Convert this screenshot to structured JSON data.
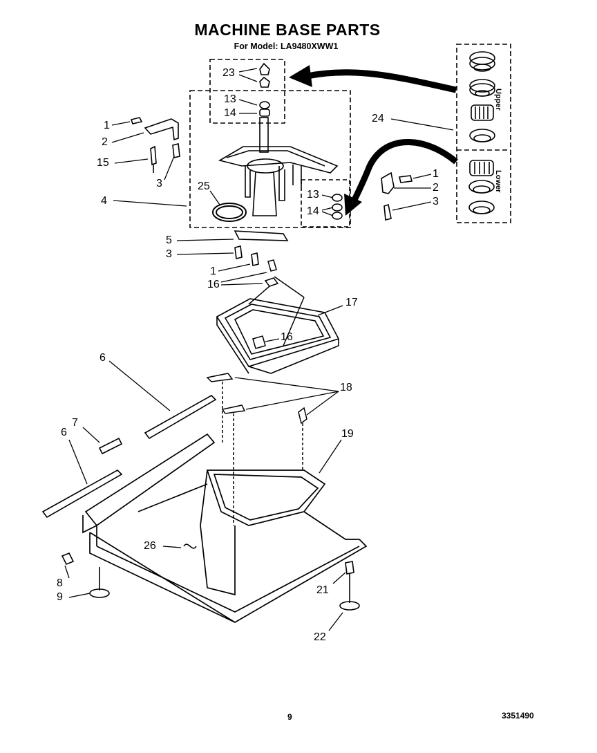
{
  "header": {
    "title": "MACHINE BASE PARTS",
    "subtitle": "For Model: LA9480XWW1"
  },
  "inset": {
    "upper_label": "Upper",
    "lower_label": "Lower"
  },
  "callouts": {
    "c23": "23",
    "c13a": "13",
    "c14a": "14",
    "c1a": "1",
    "c2a": "2",
    "c15": "15",
    "c3a": "3",
    "c24": "24",
    "c1b": "1",
    "c2b": "2",
    "c3b": "3",
    "c25": "25",
    "c4": "4",
    "c13b": "13",
    "c14b": "14",
    "c5": "5",
    "c3c": "3",
    "c1c": "1",
    "c16a": "16",
    "c17": "17",
    "c16b": "16",
    "c6a": "6",
    "c18": "18",
    "c7": "7",
    "c6b": "6",
    "c19": "19",
    "c26": "26",
    "c8": "8",
    "c9": "9",
    "c21": "21",
    "c22": "22"
  },
  "footer": {
    "page_number": "9",
    "doc_number": "3351490"
  }
}
